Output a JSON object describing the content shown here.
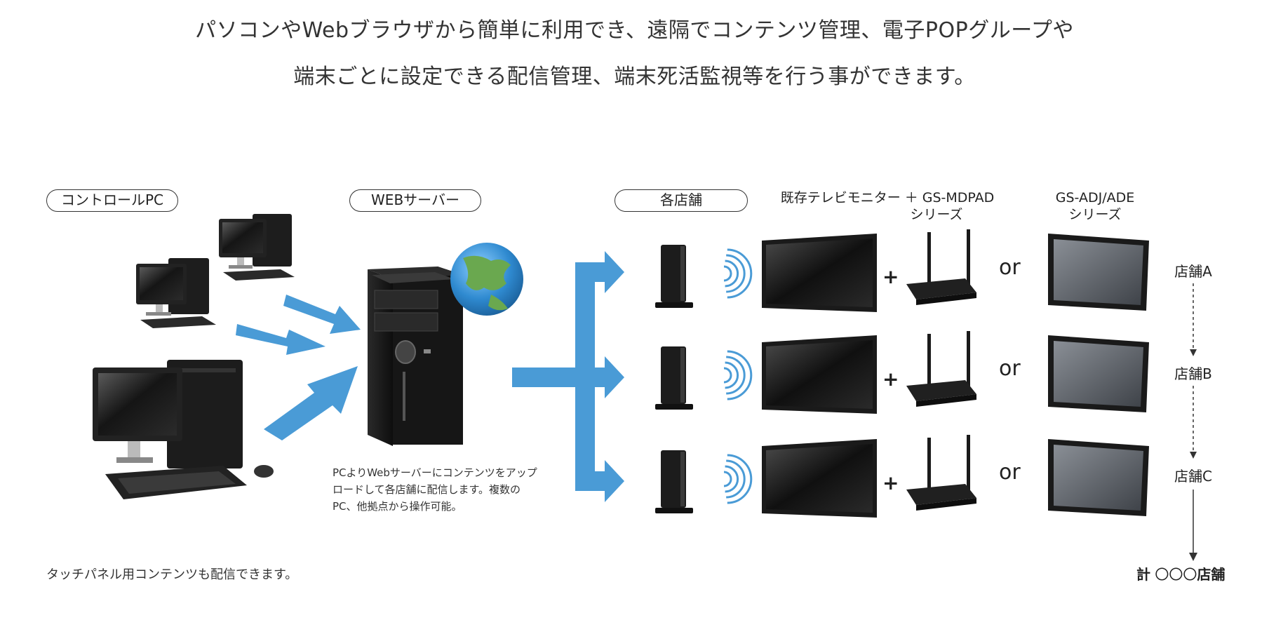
{
  "intro": {
    "line1": "パソコンやWebブラウザから簡単に利用でき、遠隔でコンテンツ管理、電子POPグループや",
    "line2": "端末ごとに設定できる配信管理、端末死活監視等を行う事ができます。"
  },
  "labels": {
    "control_pc": "コントロールPC",
    "web_server": "WEBサーバー",
    "stores": "各店舗",
    "tv_line1": "既存テレビモニター ＋ GS-MDPAD",
    "tv_line2": "シリーズ",
    "adj_line1": "GS-ADJ/ADE",
    "adj_line2": "シリーズ"
  },
  "notes": {
    "upload_line1": "PCよりWebサーバーにコンテンツをアップ",
    "upload_line2": "ロードして各店舗に配信します。複数の",
    "upload_line3": "PC、他拠点から操作可能。",
    "touch": "タッチパネル用コンテンツも配信できます。"
  },
  "rows": [
    {
      "plus": "+",
      "or": "or",
      "store": "店舗A"
    },
    {
      "plus": "+",
      "or": "or",
      "store": "店舗B"
    },
    {
      "plus": "+",
      "or": "or",
      "store": "店舗C"
    }
  ],
  "total": {
    "prefix": "計",
    "count": "〇〇〇",
    "suffix": "店舗"
  },
  "colors": {
    "arrow": "#4a9bd6",
    "device": "#1c1c1c",
    "screen": "#3a3a3a"
  },
  "icons": [
    "desktop-pc-icon",
    "tower-server-icon",
    "globe-icon",
    "set-top-box-icon",
    "wifi-waves-icon",
    "tv-monitor-icon",
    "wireless-router-icon",
    "tablet-display-icon"
  ]
}
